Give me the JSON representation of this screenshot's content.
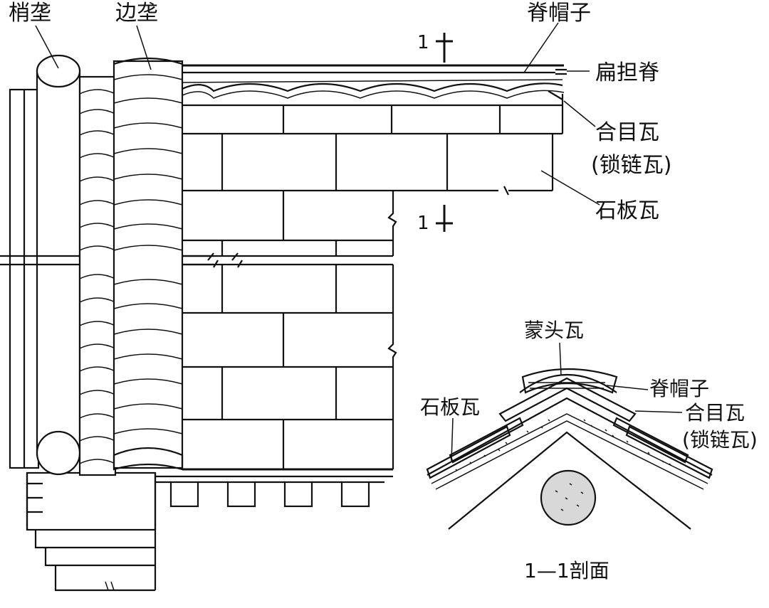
{
  "labels": {
    "shaolong": "梢垄",
    "bianlong": "边垄",
    "jimaozi_top": "脊帽子",
    "biandanji": "扁担脊",
    "hemuwa_top": "合目瓦",
    "suolianwa_top": "(锁链瓦)",
    "shibanwa_top": "石板瓦",
    "section_mark_top": "1",
    "section_mark_bottom": "1",
    "mengtouwa": "蒙头瓦",
    "jimaozi_section": "脊帽子",
    "shibanwa_section": "石板瓦",
    "hemuwa_section": "合目瓦",
    "suolianwa_section": "(锁链瓦)",
    "section_title": "1—1剖面"
  },
  "colors": {
    "line": "#111111",
    "background": "#ffffff",
    "ridge_log": "#d8d8d8"
  }
}
